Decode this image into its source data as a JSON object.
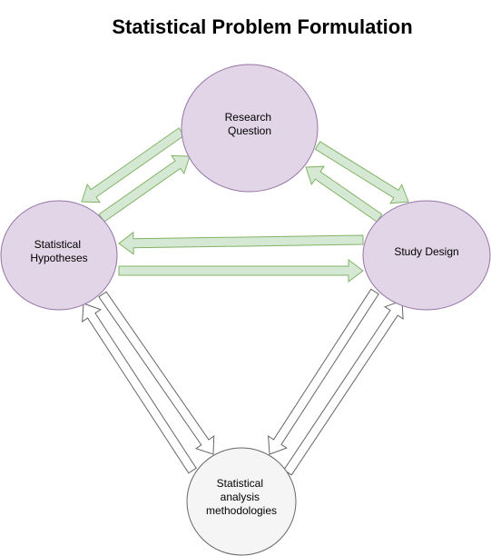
{
  "title": "Statistical Problem Formulation",
  "colors": {
    "main_node_fill": "#e1d5e7",
    "main_node_stroke": "#9673a6",
    "method_node_fill": "#f5f5f5",
    "method_node_stroke": "#666666",
    "green_arrow_fill": "#d5e8d4",
    "green_arrow_stroke": "#82b366",
    "white_arrow_fill": "#ffffff",
    "white_arrow_stroke": "#666666"
  },
  "nodes": {
    "research_question": {
      "lines": [
        "Research",
        "Question"
      ]
    },
    "statistical_hypotheses": {
      "lines": [
        "Statistical",
        "Hypotheses"
      ]
    },
    "study_design": {
      "lines": [
        "Study Design"
      ]
    },
    "analysis_methodologies": {
      "lines": [
        "Statistical",
        "analysis",
        "methodologies"
      ]
    }
  }
}
